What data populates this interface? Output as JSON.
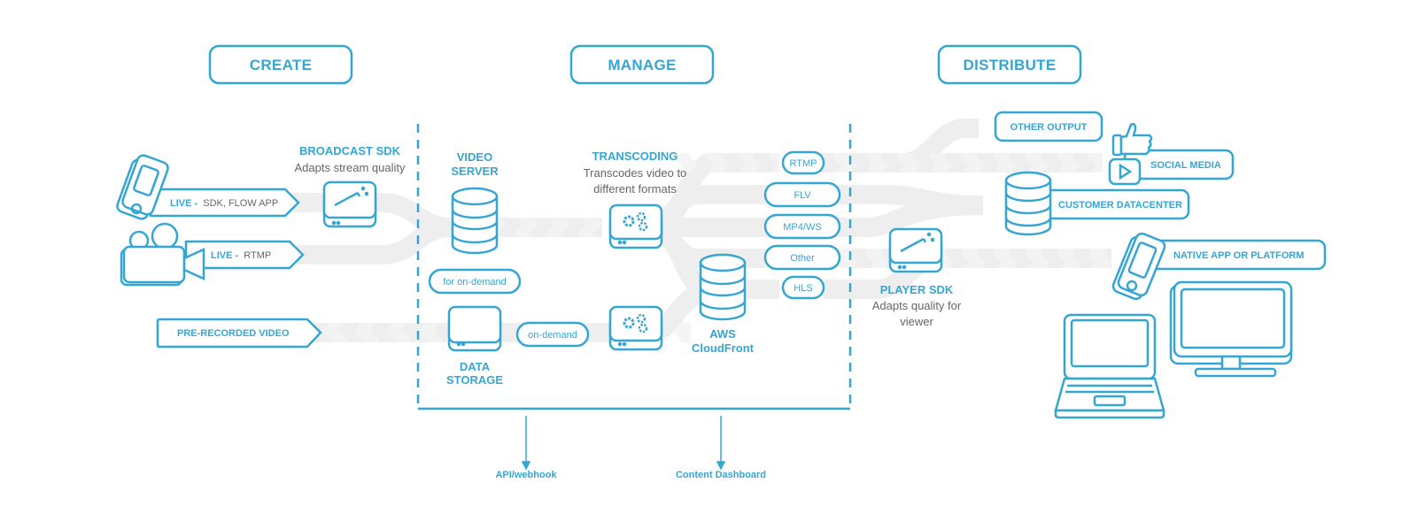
{
  "colors": {
    "accent": "#35a6d3",
    "stream": "#eeeeee",
    "text_grey": "#666666"
  },
  "headers": {
    "create": "CREATE",
    "manage": "MANAGE",
    "distribute": "DISTRIBUTE"
  },
  "create": {
    "live_sdk": {
      "prefix": "LIVE -",
      "rest": "SDK, FLOW APP"
    },
    "live_rtmp": {
      "prefix": "LIVE -",
      "rest": "RTMP"
    },
    "prerecorded": "PRE-RECORDED VIDEO",
    "broadcast_sdk": {
      "title": "BROADCAST SDK",
      "subtitle": "Adapts stream quality"
    }
  },
  "manage": {
    "video_server": {
      "line1": "VIDEO",
      "line2": "SERVER"
    },
    "for_on_demand": "for on-demand",
    "data_storage": {
      "line1": "DATA",
      "line2": "STORAGE"
    },
    "on_demand": "on-demand",
    "transcoding": {
      "title": "TRANSCODING",
      "sub1": "Transcodes video to",
      "sub2": "different formats"
    },
    "aws": {
      "line1": "AWS",
      "line2": "CloudFront"
    },
    "formats": [
      "RTMP",
      "FLV",
      "MP4/WS",
      "Other",
      "HLS"
    ],
    "api": "API/webhook",
    "dashboard": "Content Dashboard"
  },
  "distribute": {
    "player_sdk": {
      "title": "PLAYER SDK",
      "sub1": "Adapts quality for",
      "sub2": "viewer"
    },
    "other_output": "OTHER OUTPUT",
    "social_media": "SOCIAL MEDIA",
    "customer_datacenter": "CUSTOMER DATACENTER",
    "native_app": "NATIVE APP OR PLATFORM"
  }
}
